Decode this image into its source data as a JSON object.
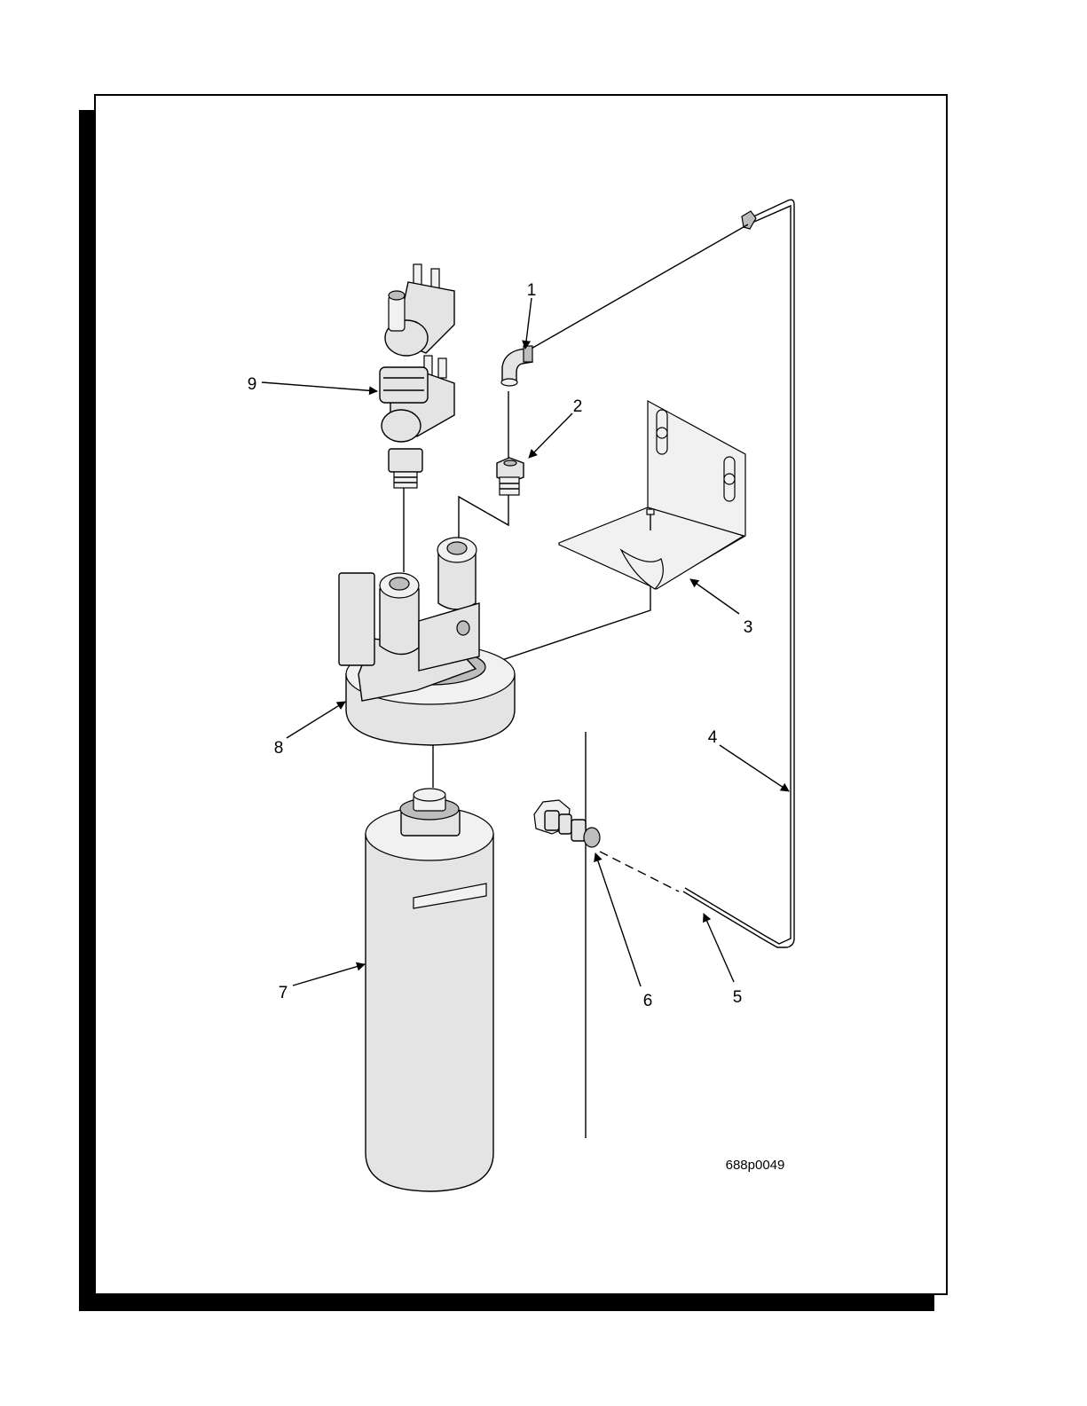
{
  "figure": {
    "id_label": "688p0049",
    "callouts": [
      "1",
      "2",
      "3",
      "4",
      "5",
      "6",
      "7",
      "8",
      "9"
    ]
  },
  "colors": {
    "ink": "#000000",
    "paper": "#ffffff",
    "part_fill": "#e4e4e4"
  }
}
